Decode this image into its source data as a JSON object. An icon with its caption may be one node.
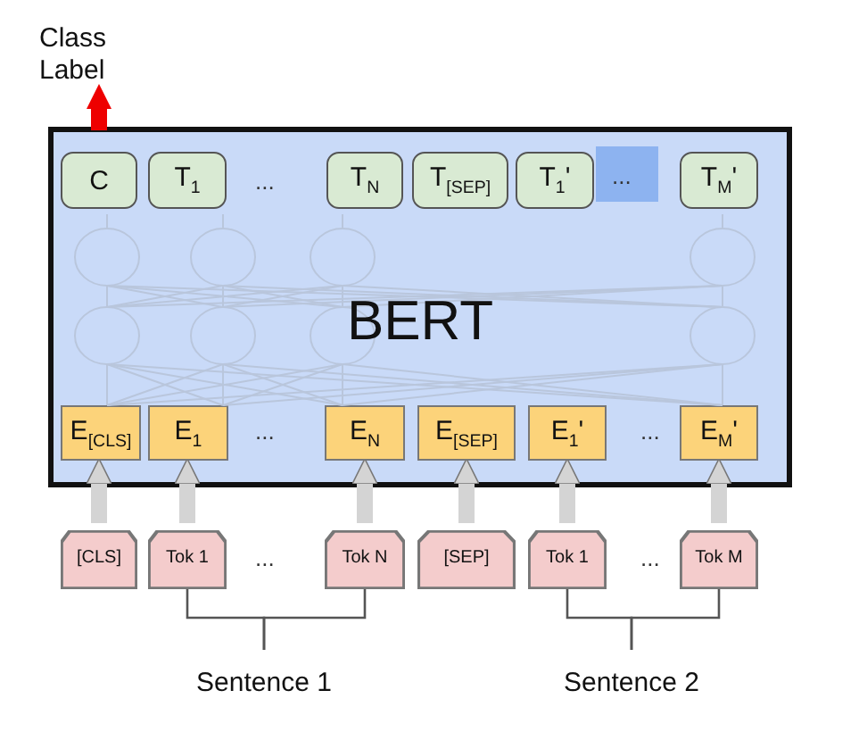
{
  "diagram": {
    "nodes": [
      {
        "text": [
          "BERT"
        ]
      },
      {
        "text": [
          "C"
        ],
        "in": 0
      },
      {
        "text": [
          "T$_{1}$"
        ],
        "in": 0
      },
      {
        "text": [
          "T$_{N}$"
        ],
        "in": 0
      },
      {
        "text": [
          "T$_{[SEP]}$"
        ],
        "in": 0
      },
      {
        "text": [
          "T$_{1}$'"
        ],
        "in": 0
      },
      {
        "text": [
          "T$_{M}$'"
        ],
        "in": 0
      },
      {
        "text": [
          "E$_{[CLS]}$"
        ],
        "in": 0
      },
      {
        "text": [
          "E$_{1}$"
        ],
        "in": 0
      },
      {
        "text": [
          "E$_{N}$"
        ],
        "in": 0
      },
      {
        "text": [
          "E$_{[SEP]}$"
        ],
        "in": 0
      },
      {
        "text": [
          "E$_{1}$'"
        ],
        "in": 0
      },
      {
        "text": [
          "E$_{M}$'"
        ],
        "in": 0
      },
      {
        "text": [
          "[CLS]"
        ]
      },
      {
        "text": [
          "Tok 1"
        ]
      },
      {
        "text": [
          "Tok N"
        ]
      },
      {
        "text": [
          "[SEP]"
        ]
      },
      {
        "text": [
          "Tok 1"
        ]
      },
      {
        "text": [
          "Tok M"
        ]
      },
      {
        "text": [
          "Class Label"
        ]
      },
      {
        "text": [
          "Sentence 1"
        ]
      },
      {
        "text": [
          "Sentence 2"
        ]
      }
    ],
    "edges": [
      {
        "from": 1,
        "to": 19,
        "arrow": "to",
        "color": "#ee0000"
      },
      {
        "from": 13,
        "to": 7,
        "arrow": "to"
      },
      {
        "from": 14,
        "to": 8,
        "arrow": "to"
      },
      {
        "from": 15,
        "to": 9,
        "arrow": "to"
      },
      {
        "from": 16,
        "to": 10,
        "arrow": "to"
      },
      {
        "from": 17,
        "to": 11,
        "arrow": "to"
      },
      {
        "from": 18,
        "to": 12,
        "arrow": "to"
      },
      {
        "from": 14,
        "to": 20,
        "arrow": "none",
        "color": "#555555"
      },
      {
        "from": 15,
        "to": 20,
        "arrow": "none",
        "color": "#555555"
      },
      {
        "from": 17,
        "to": 21,
        "arrow": "none",
        "color": "#555555"
      },
      {
        "from": 18,
        "to": 21,
        "arrow": "none",
        "color": "#555555"
      }
    ],
    "labels": [
      "...",
      "...",
      "...",
      "...",
      "...",
      "..."
    ]
  }
}
